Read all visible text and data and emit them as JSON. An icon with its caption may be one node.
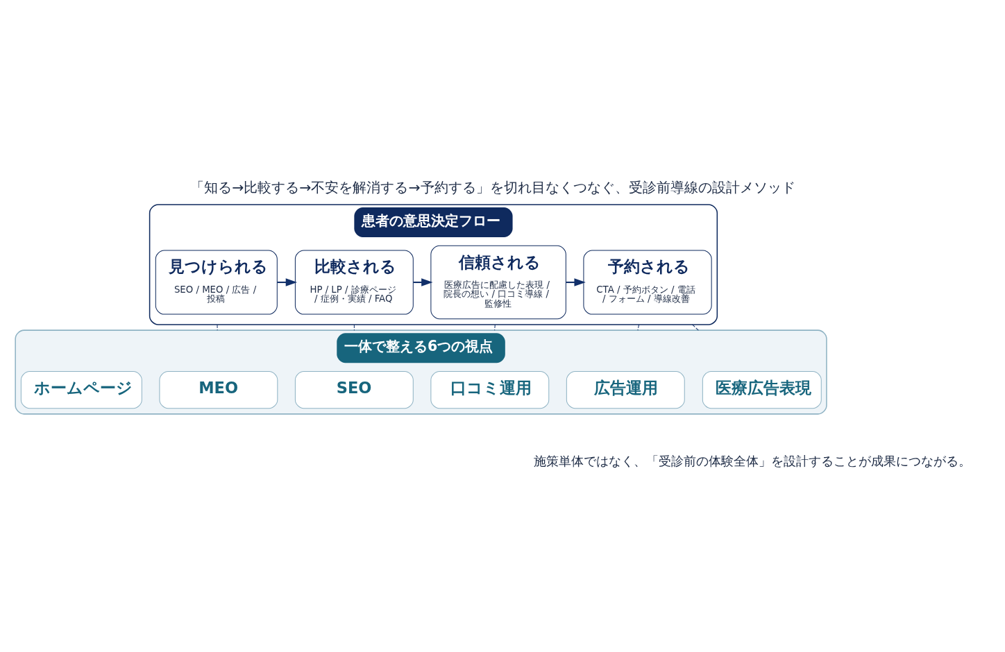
{
  "diagram": {
    "title": "「知る→比較する→不安を解消する→予約する」を切れ目なくつなぐ、受診前導線の設計メソッド",
    "caption": "施策単体ではなく、「受診前の体験全体」を設計することが成果につながる。",
    "nodes": [
      {
        "text": [
          "患者の意思決定フロー"
        ]
      },
      {
        "text": [
          "見つけられる",
          "SEO / MEO / 広告 / 投稿"
        ],
        "in": 0
      },
      {
        "text": [
          "比較される",
          "HP / LP / 診療ページ / 症例・実績 / FAQ"
        ],
        "in": 0
      },
      {
        "text": [
          "信頼される",
          "医療広告に配慮した表現 / 院長の想い / 口コミ導線 / 監修性"
        ],
        "in": 0
      },
      {
        "text": [
          "予約される",
          "CTA / 予約ボタン / 電話 / フォーム / 導線改善"
        ],
        "in": 0
      },
      {
        "text": [
          "一体で整える6つの視点"
        ]
      },
      {
        "text": [
          "ホームページ"
        ],
        "in": 5
      },
      {
        "text": [
          "MEO"
        ],
        "in": 5
      },
      {
        "text": [
          "SEO"
        ],
        "in": 5
      },
      {
        "text": [
          "口コミ運用"
        ],
        "in": 5
      },
      {
        "text": [
          "広告運用"
        ],
        "in": 5
      },
      {
        "text": [
          "医療広告表現"
        ],
        "in": 5
      }
    ],
    "edges": [
      {
        "from": 1,
        "to": 2,
        "arrow": "to"
      },
      {
        "from": 2,
        "to": 3,
        "arrow": "to"
      },
      {
        "from": 3,
        "to": 4,
        "arrow": "to"
      },
      {
        "from": 0,
        "to": 5,
        "arrow": "none",
        "style": "dashed"
      },
      {
        "from": 0,
        "to": 5,
        "arrow": "none",
        "style": "dashed"
      },
      {
        "from": 0,
        "to": 5,
        "arrow": "none",
        "style": "dashed"
      },
      {
        "from": 0,
        "to": 5,
        "arrow": "none",
        "style": "dashed"
      },
      {
        "from": 0,
        "to": 5,
        "arrow": "none",
        "style": "dashed"
      }
    ]
  }
}
